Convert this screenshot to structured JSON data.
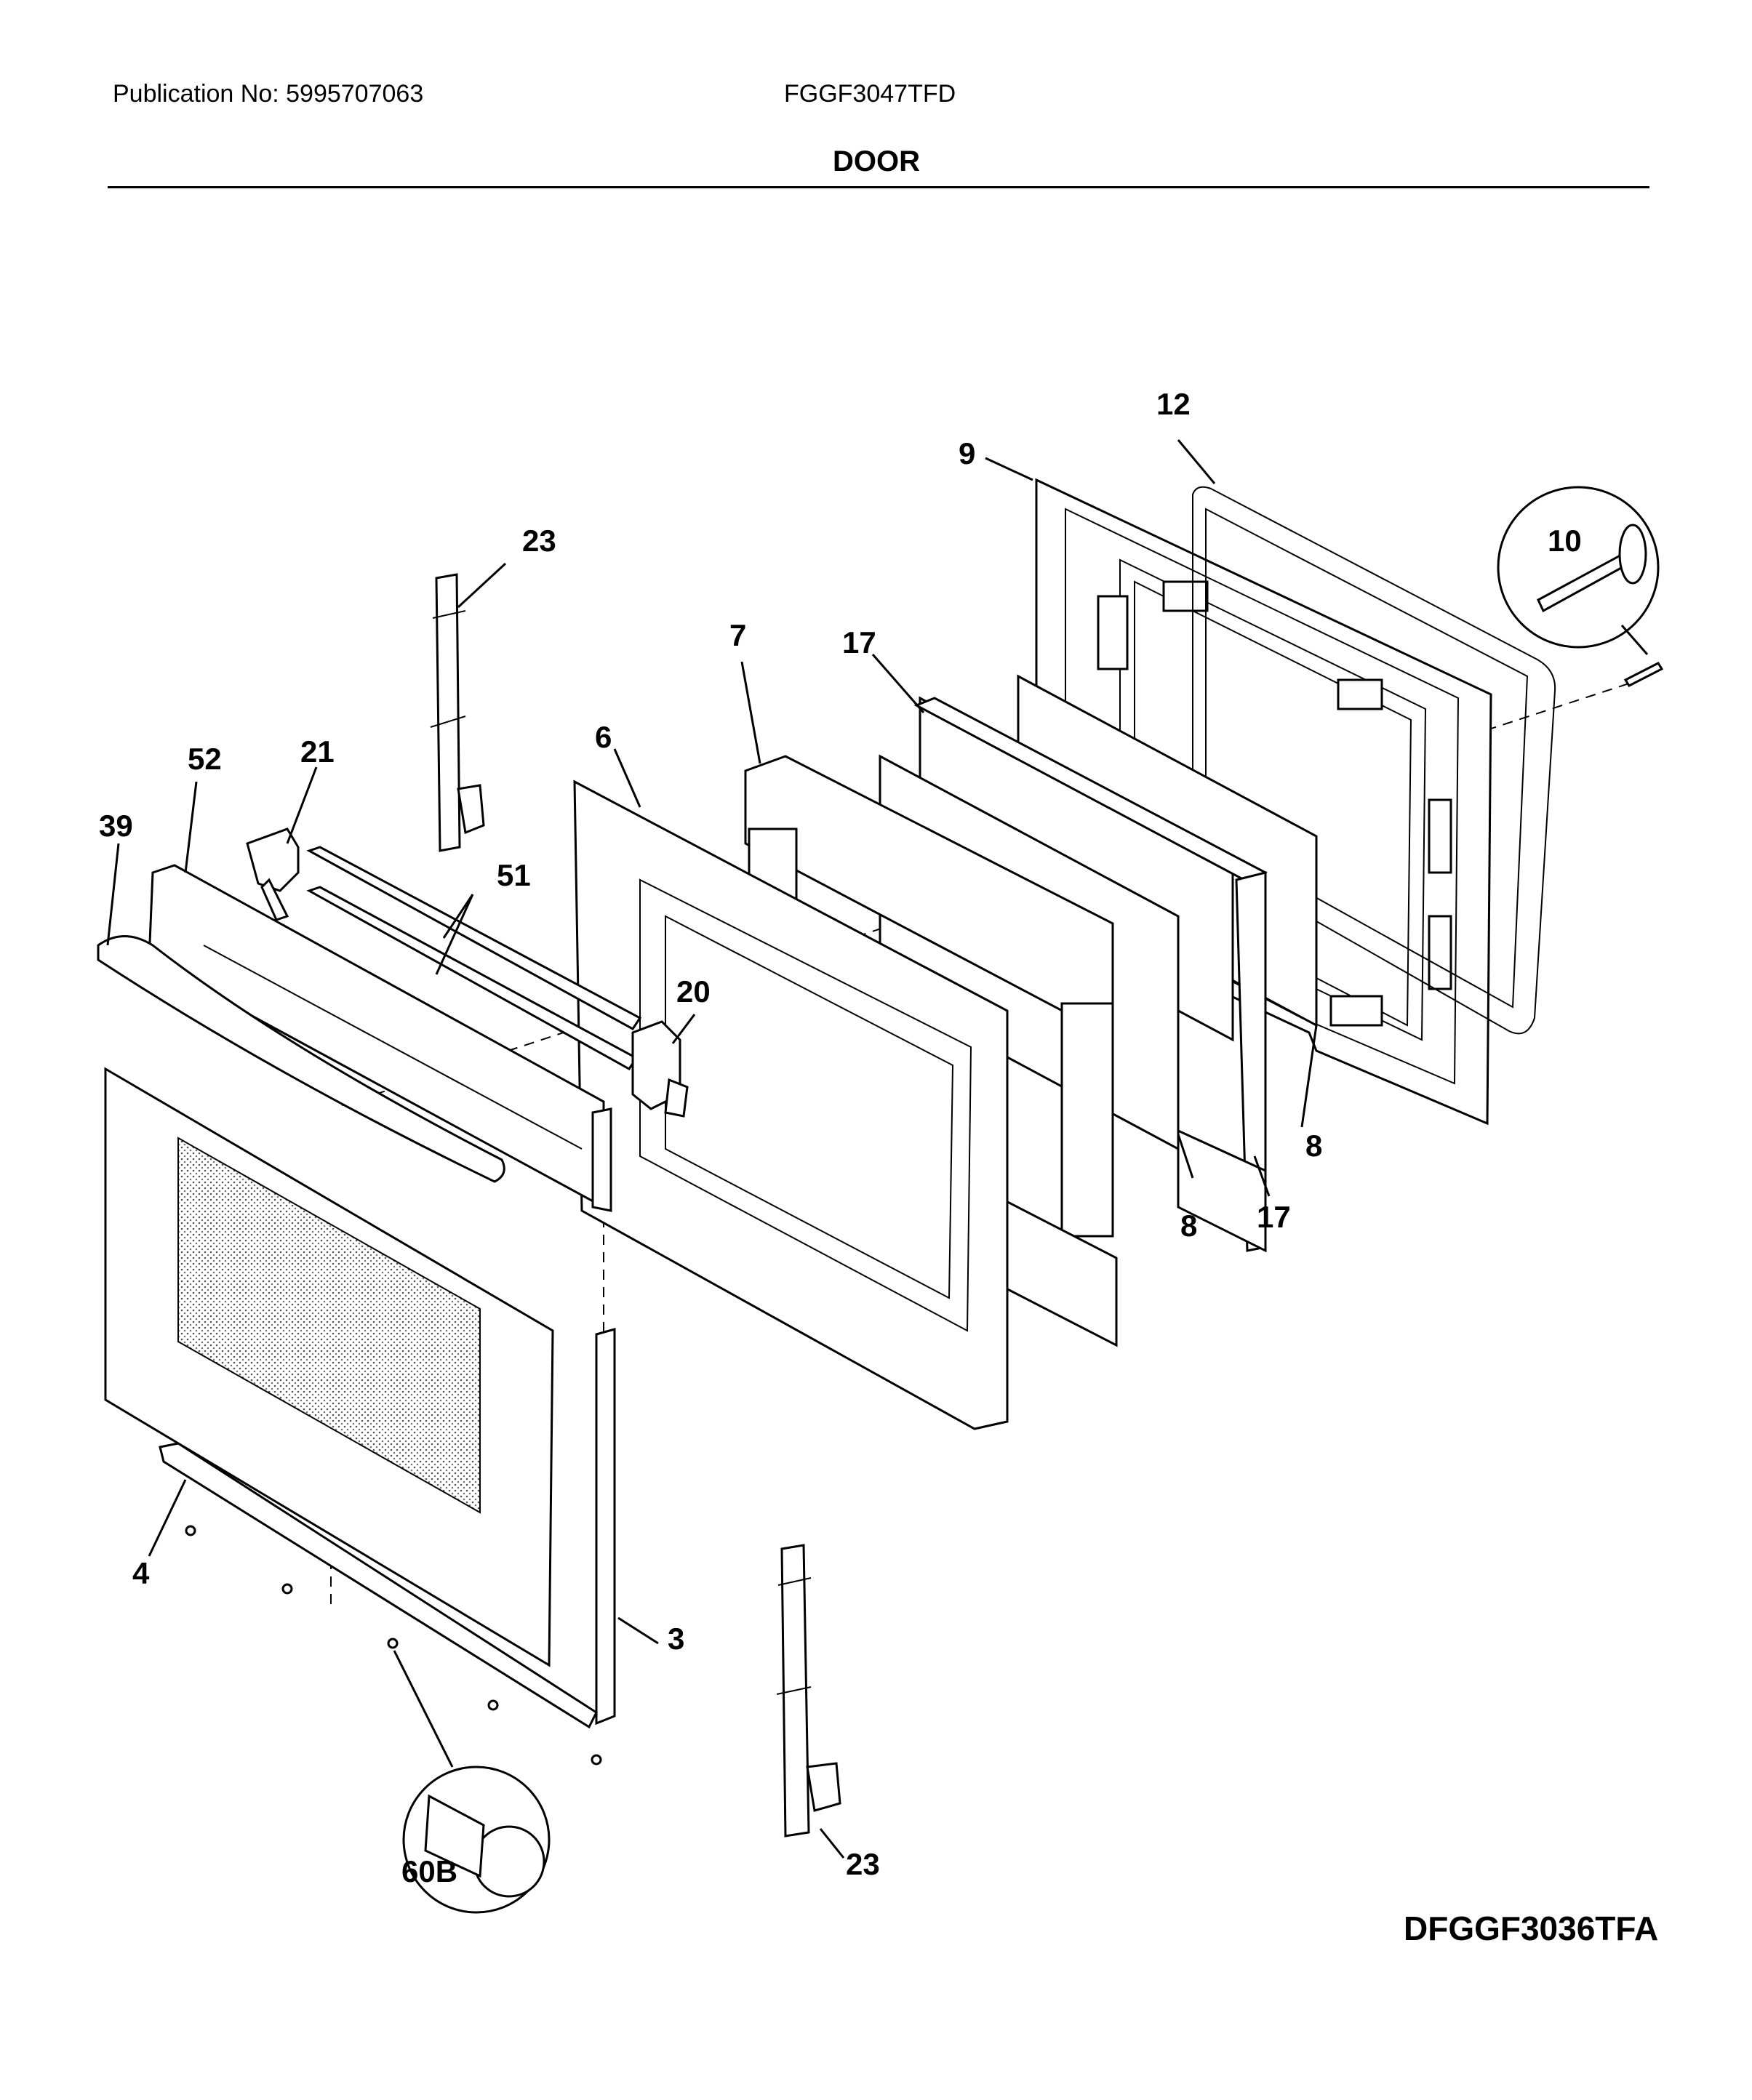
{
  "header": {
    "publication": "Publication No: 5995707063",
    "model": "FGGF3047TFD",
    "section": "DOOR"
  },
  "footer": {
    "diagram_code": "DFGGF3036TFA"
  },
  "callouts": {
    "c23a": "23",
    "c12": "12",
    "c9": "9",
    "c10": "10",
    "c7": "7",
    "c17a": "17",
    "c6": "6",
    "c21": "21",
    "c52": "52",
    "c39": "39",
    "c51": "51",
    "c20": "20",
    "c8a": "8",
    "c8b": "8",
    "c17b": "17",
    "c4": "4",
    "c3": "3",
    "c60b": "60B",
    "c23b": "23"
  }
}
